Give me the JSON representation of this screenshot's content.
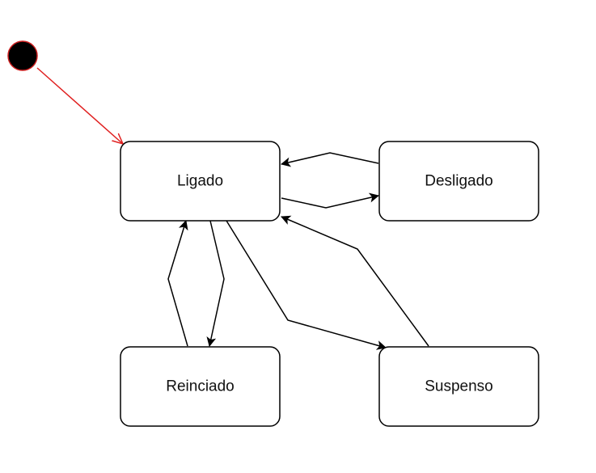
{
  "diagram": {
    "type": "state-machine",
    "initial_state": {
      "fill": "#000000",
      "stroke": "#cc1f1f",
      "target": "ligado"
    },
    "states": [
      {
        "id": "ligado",
        "label": "Ligado"
      },
      {
        "id": "desligado",
        "label": "Desligado"
      },
      {
        "id": "reinciado",
        "label": "Reinciado"
      },
      {
        "id": "suspenso",
        "label": "Suspenso"
      }
    ],
    "transitions": [
      {
        "from": "ligado",
        "to": "desligado"
      },
      {
        "from": "desligado",
        "to": "ligado"
      },
      {
        "from": "ligado",
        "to": "reinciado"
      },
      {
        "from": "reinciado",
        "to": "ligado"
      },
      {
        "from": "ligado",
        "to": "suspenso"
      },
      {
        "from": "suspenso",
        "to": "ligado"
      }
    ],
    "colors": {
      "edge": "#000000",
      "initial_edge": "#e02020",
      "box_stroke": "#000000",
      "box_fill": "#ffffff"
    }
  }
}
